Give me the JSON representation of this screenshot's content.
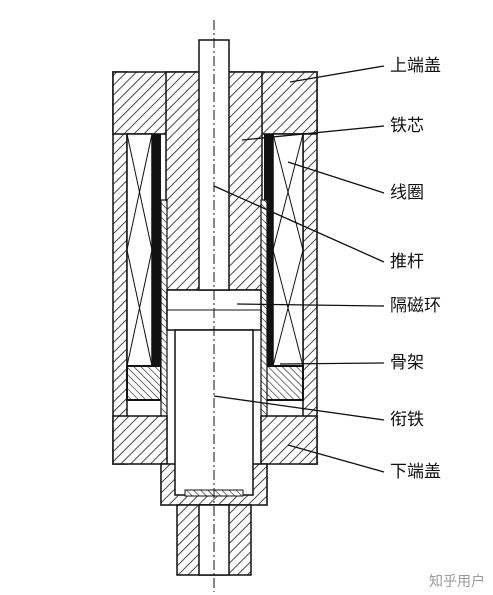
{
  "diagram": {
    "labels": {
      "top_cap": "上端盖",
      "iron_core": "铁芯",
      "coil": "线圈",
      "push_rod": "推杆",
      "magnetic_isolation_ring": "隔磁环",
      "bobbin": "骨架",
      "armature": "衔铁",
      "bottom_cap": "下端盖"
    }
  },
  "watermark": "知乎用户"
}
